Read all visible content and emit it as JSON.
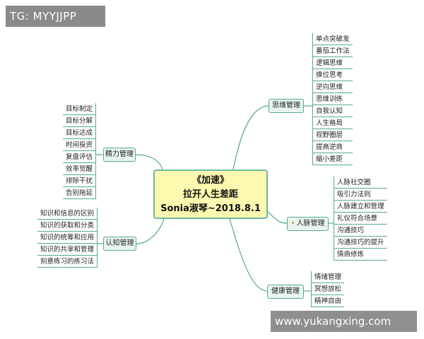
{
  "watermark_top": "TG: MYYJJPP",
  "watermark_bottom": "www.yukangxing.com",
  "central": {
    "line1": "《加速》",
    "line2": "拉开人生差距",
    "line3": "Sonia淑琴~2018.8.1"
  },
  "branches": {
    "thinking": {
      "label": "思维管理",
      "items": [
        "单点突破发",
        "番茄工作法",
        "逻辑思维",
        "换位思考",
        "逆向思维",
        "思维训练",
        "自我认知",
        "人生格局",
        "视野圈层",
        "提高逆商",
        "缩小差距"
      ]
    },
    "energy": {
      "label": "精力管理",
      "items": [
        "目标制定",
        "目标分解",
        "目标达成",
        "时间投资",
        "复盘评估",
        "效率觉醒",
        "排除干扰",
        "告别拖延"
      ]
    },
    "network": {
      "label": "人脉管理",
      "items": [
        "人脉社交圈",
        "吸引力法则",
        "人脉建立和管理",
        "礼仪符合场景",
        "沟通技巧",
        "沟通技巧的提升",
        "情商修炼"
      ]
    },
    "cognition": {
      "label": "认知管理",
      "items": [
        "知识和信息的区别",
        "知识的获取和分类",
        "知识的统筹和应用",
        "知识的共享和管理",
        "刻意练习的练习法"
      ]
    },
    "health": {
      "label": "健康管理",
      "items": [
        "情绪管理",
        "冥想放松",
        "精神自由"
      ]
    }
  },
  "colors": {
    "line": "#58a88f",
    "central_fill": "#fdf9b0",
    "branch_fill": "#e8f5ef",
    "bullet": "#e08a1e"
  }
}
